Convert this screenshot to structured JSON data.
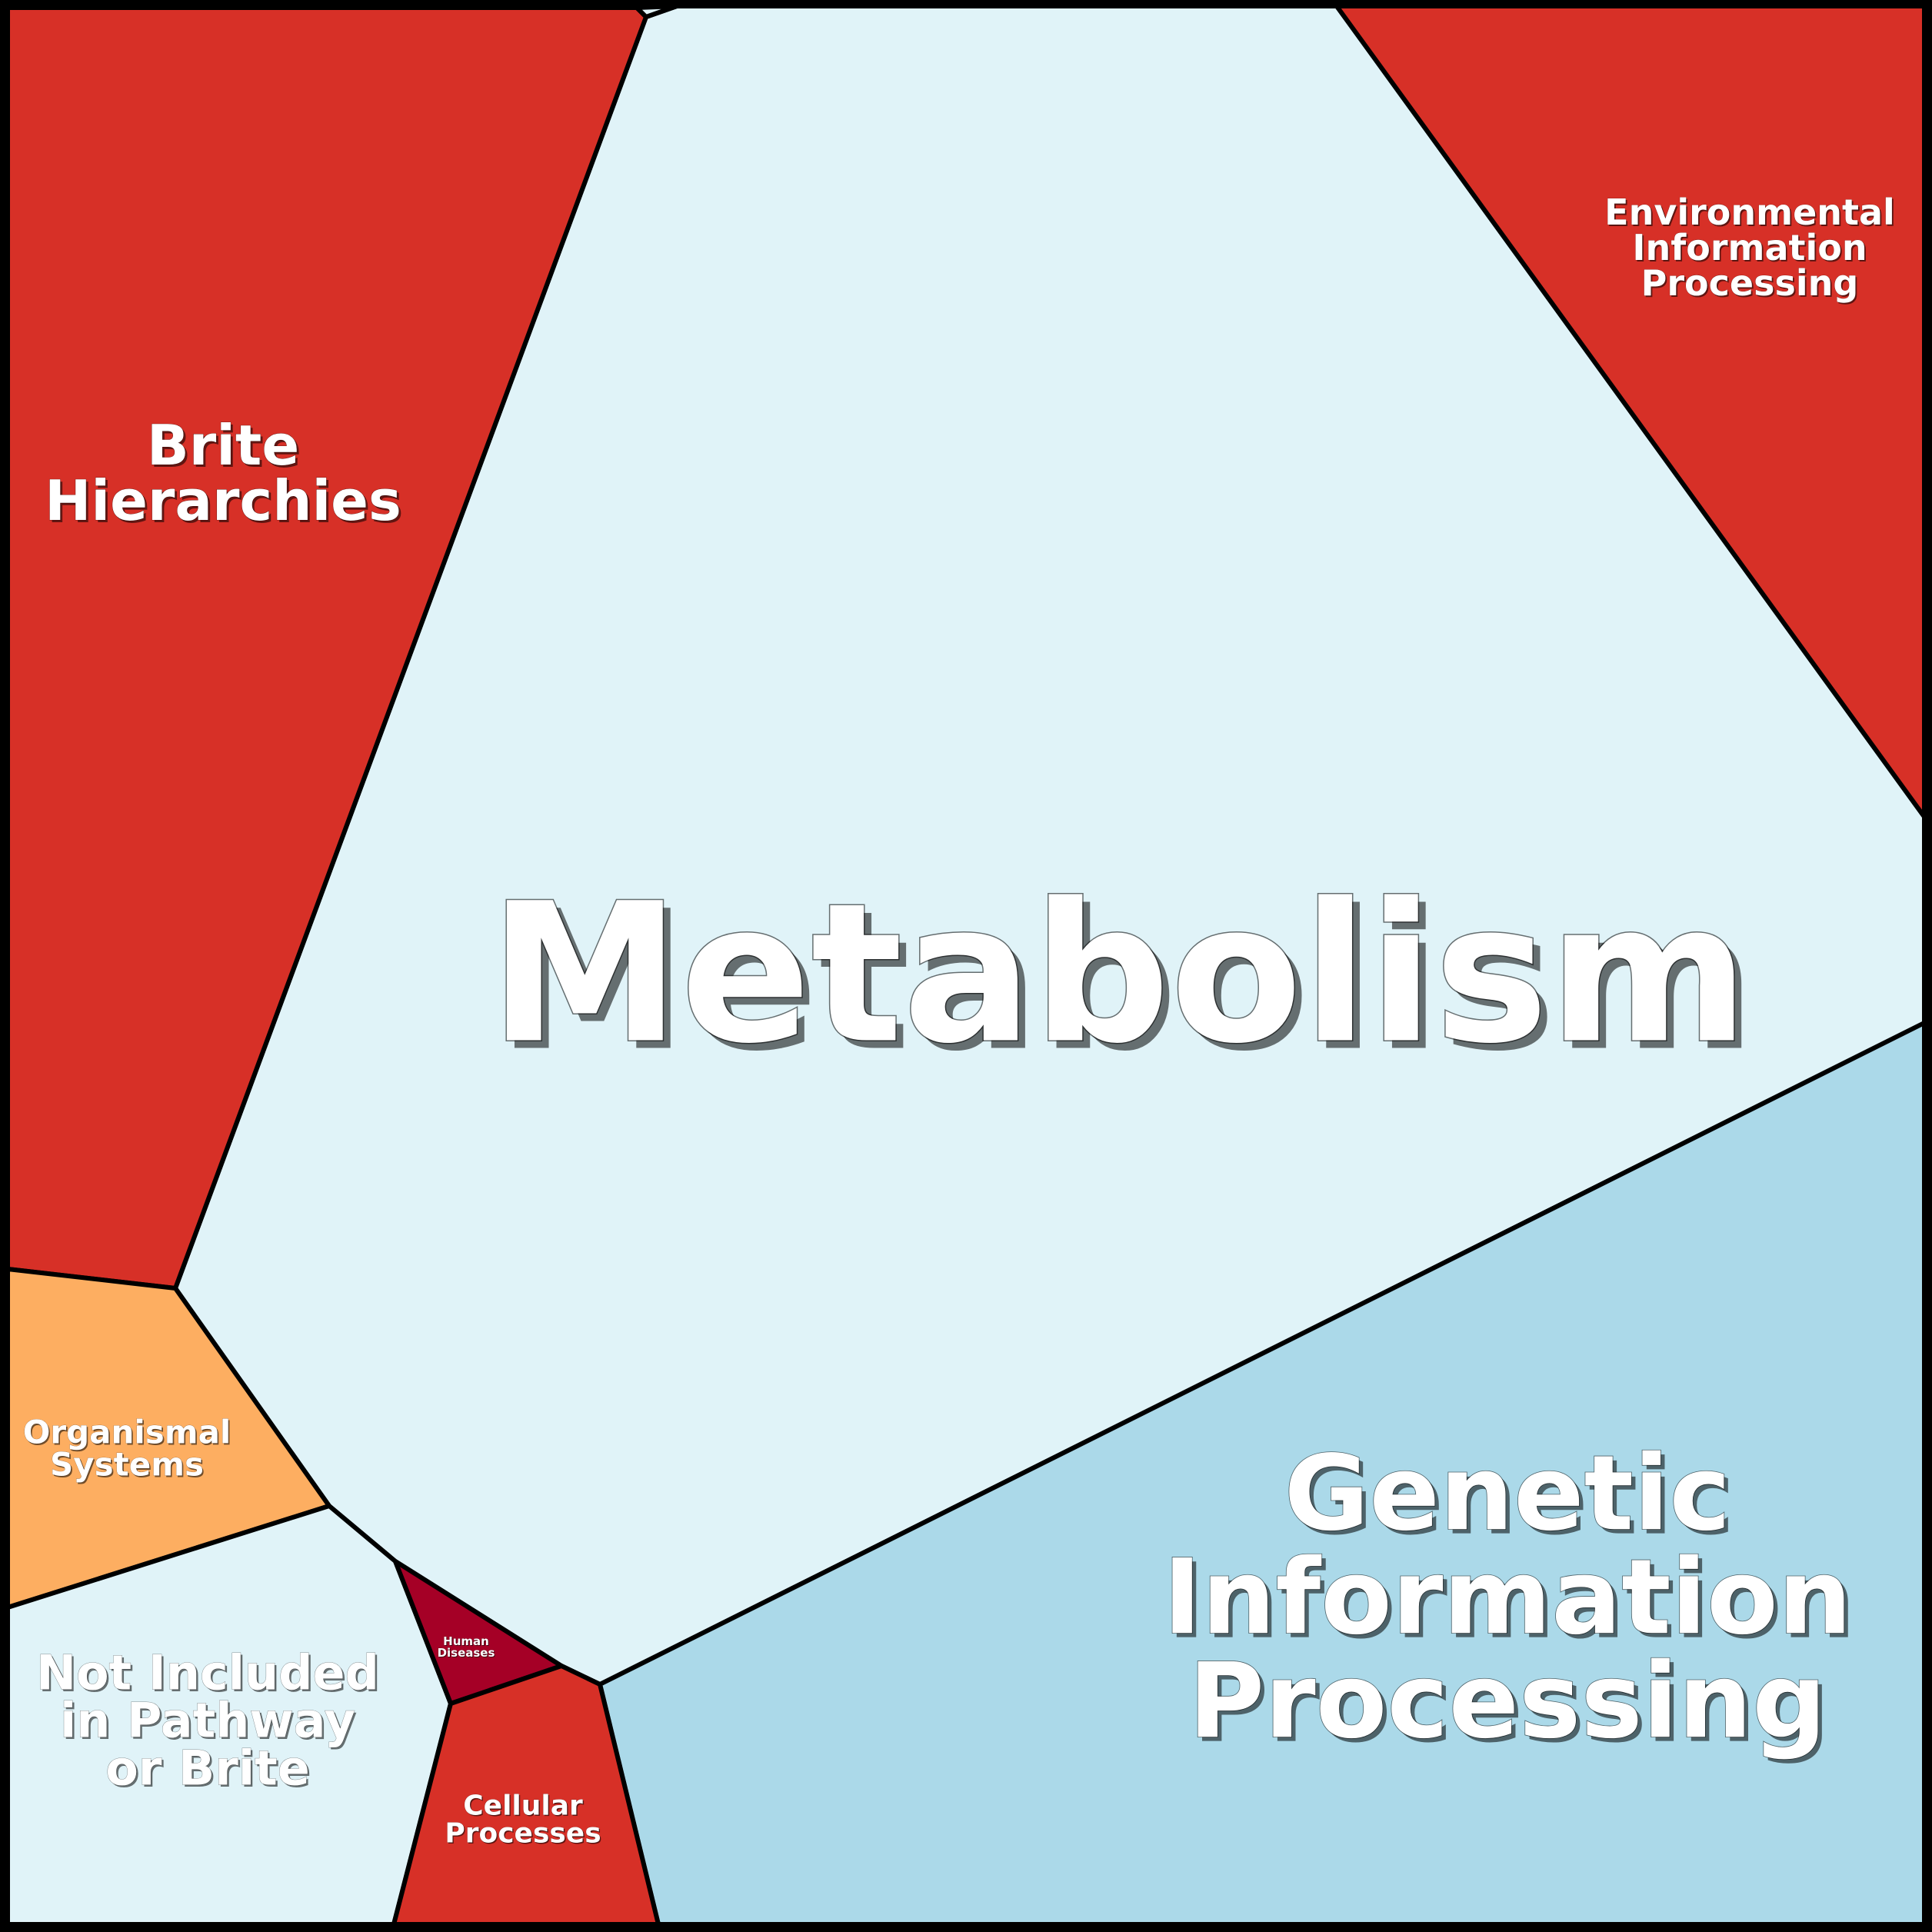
{
  "diagram": {
    "type": "voronoi-treemap",
    "regions": [
      {
        "id": "metabolism",
        "label_lines": [
          "Metabolism"
        ],
        "color": "#e0f3f8"
      },
      {
        "id": "brite",
        "label_lines": [
          "Brite",
          "Hierarchies"
        ],
        "color": "#d73027"
      },
      {
        "id": "environmental",
        "label_lines": [
          "Environmental",
          "Information",
          "Processing"
        ],
        "color": "#d73027"
      },
      {
        "id": "genetic",
        "label_lines": [
          "Genetic",
          "Information",
          "Processing"
        ],
        "color": "#abd9e9"
      },
      {
        "id": "organismal",
        "label_lines": [
          "Organismal",
          "Systems"
        ],
        "color": "#fdae61"
      },
      {
        "id": "not-included",
        "label_lines": [
          "Not Included",
          "in Pathway",
          "or Brite"
        ],
        "color": "#e0f3f8"
      },
      {
        "id": "human-diseases",
        "label_lines": [
          "Human",
          "Diseases"
        ],
        "color": "#a50026"
      },
      {
        "id": "cellular",
        "label_lines": [
          "Cellular",
          "Processes"
        ],
        "color": "#d73027"
      },
      {
        "id": "top-sliver",
        "label_lines": [],
        "color": "#e0f3f8"
      }
    ],
    "border_color": "#000000"
  }
}
